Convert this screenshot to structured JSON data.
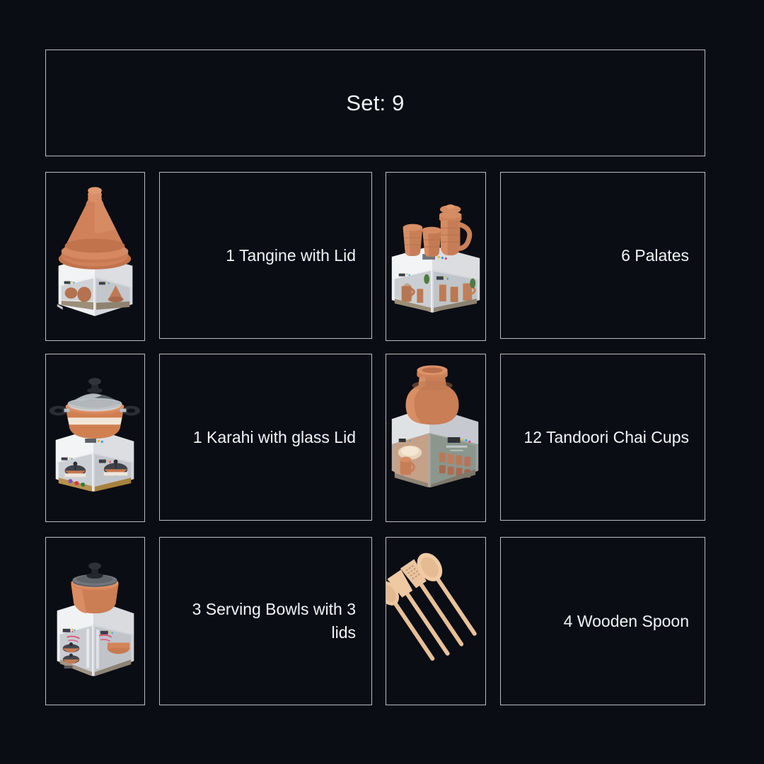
{
  "header": {
    "title": "Set: 9"
  },
  "theme": {
    "page_background": "#0a0d14",
    "card_border": "#b9bcc4",
    "text_color": "#f2f4f8",
    "terracotta": "#c8774f",
    "terracotta_light": "#d98e64",
    "wood": "#e8c199",
    "box_white": "#e9eaec"
  },
  "items": [
    {
      "row": 1,
      "image_name": "tagine-with-lid-product-photo",
      "label": "1 Tangine with Lid"
    },
    {
      "row": 1,
      "image_name": "clay-jug-and-cups-product-photo",
      "label": "6 Palates"
    },
    {
      "row": 2,
      "image_name": "karahi-with-glass-lid-product-photo",
      "label": "1 Karahi with glass Lid"
    },
    {
      "row": 2,
      "image_name": "tandoori-chai-cups-product-photo",
      "label": "12 Tandoori Chai Cups"
    },
    {
      "row": 3,
      "image_name": "serving-bowls-with-lids-product-photo",
      "label": "3 Serving Bowls with 3 lids"
    },
    {
      "row": 3,
      "image_name": "wooden-spoon-set-product-photo",
      "label": "4 Wooden Spoon"
    }
  ]
}
